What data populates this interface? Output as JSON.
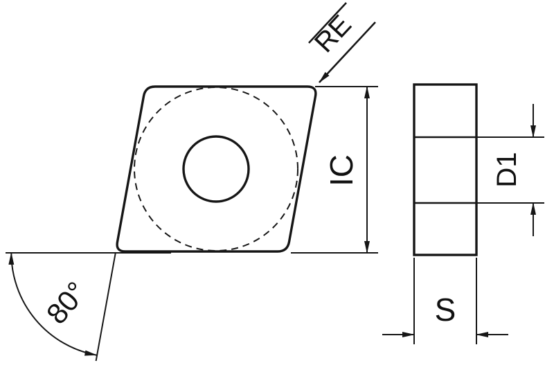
{
  "labels": {
    "corner_radius": "RE",
    "inscribed_circle": "IC",
    "corner_angle": "80°",
    "hole_diameter": "D1",
    "thickness": "S"
  },
  "colors": {
    "insert_fill": "#d4d4d4",
    "hole_fill": "#ffffff"
  }
}
